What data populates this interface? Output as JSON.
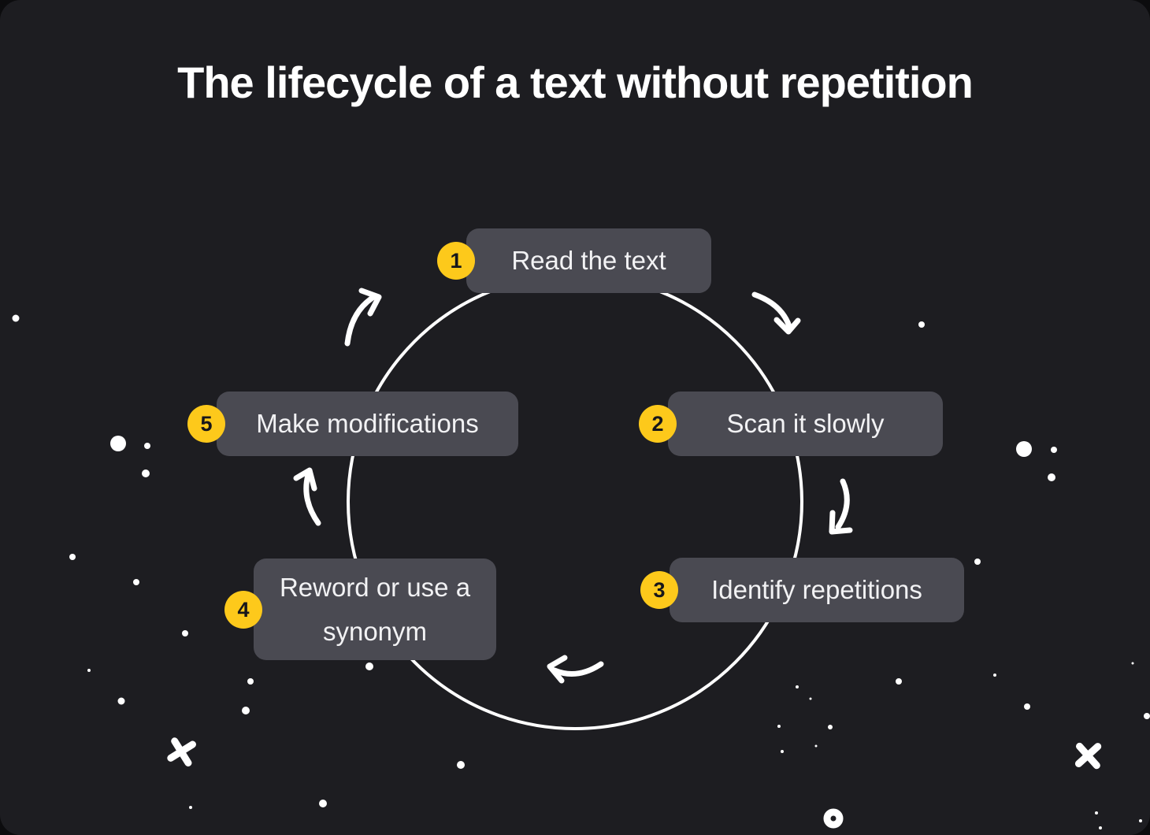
{
  "title": "The lifecycle of a text without repetition",
  "steps": [
    {
      "number": "1",
      "label": "Read the text"
    },
    {
      "number": "2",
      "label": "Scan it slowly"
    },
    {
      "number": "3",
      "label": "Identify repetitions"
    },
    {
      "number": "4",
      "label": "Reword or use a synonym"
    },
    {
      "number": "5",
      "label": "Make modifications"
    }
  ],
  "colors": {
    "canvas_bg": "#1d1d21",
    "page_bg": "#0c0c0e",
    "box_bg": "#4a4a52",
    "accent_yellow": "#fdc91b",
    "text_white": "#f2f2f4",
    "badge_text": "#17171b",
    "line_white": "#ffffff"
  },
  "decorations": {
    "dots": [
      [
        20,
        404,
        4.5
      ],
      [
        150,
        563,
        10
      ],
      [
        187,
        566,
        4
      ],
      [
        185,
        601,
        5
      ],
      [
        92,
        707,
        4
      ],
      [
        173,
        739,
        4
      ],
      [
        235,
        804,
        4
      ],
      [
        113,
        851,
        2
      ],
      [
        318,
        865,
        4
      ],
      [
        154,
        890,
        4.5
      ],
      [
        312,
        902,
        5
      ],
      [
        469,
        846,
        5
      ],
      [
        585,
        971,
        5
      ],
      [
        410,
        1020,
        5
      ],
      [
        242,
        1025,
        2
      ],
      [
        1170,
        412,
        4
      ],
      [
        1300,
        570,
        10
      ],
      [
        1338,
        571,
        4
      ],
      [
        1335,
        606,
        5
      ],
      [
        1241,
        713,
        4
      ],
      [
        1012,
        872,
        2
      ],
      [
        1141,
        865,
        4
      ],
      [
        1263,
        857,
        2
      ],
      [
        1304,
        897,
        4
      ],
      [
        1029,
        887,
        1.5
      ],
      [
        989,
        922,
        2
      ],
      [
        1054,
        923,
        3
      ],
      [
        1036,
        947,
        1.5
      ],
      [
        993,
        954,
        2
      ],
      [
        1438,
        842,
        1.5
      ],
      [
        1456,
        909,
        4
      ],
      [
        1392,
        1032,
        2
      ],
      [
        1448,
        1042,
        2
      ],
      [
        1397,
        1051,
        2
      ]
    ],
    "crosses": [
      [
        230,
        954,
        18
      ],
      [
        1381,
        959,
        8
      ]
    ],
    "rings": [
      [
        1058,
        1039,
        8
      ]
    ]
  }
}
